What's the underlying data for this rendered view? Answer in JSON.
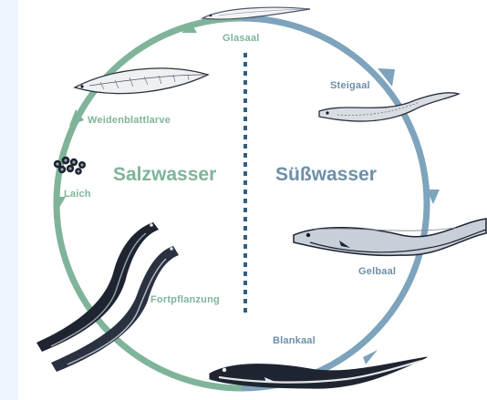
{
  "colors": {
    "saltwater": "#7fb49a",
    "freshwater": "#7da3bd",
    "dotted_divider": "#2f5f82",
    "eel_dark": "#1e2430",
    "eel_light": "#c9cfd8",
    "background_strip": "#eef5fc"
  },
  "regions": {
    "saltwater": "Salzwasser",
    "freshwater": "Süßwasser"
  },
  "stages": {
    "glasaal": "Glasaal",
    "steigaal": "Steigaal",
    "gelbaal": "Gelbaal",
    "blankaal": "Blankaal",
    "fortpflanzung": "Fortpflanzung",
    "laich": "Laich",
    "weidenblattlarve": "Weidenblattlarve"
  },
  "icons": [
    "glass-eel-icon",
    "elver-icon",
    "yellow-eel-icon",
    "silver-eel-icon",
    "spawning-eels-icon",
    "eggs-icon",
    "leptocephalus-larva-icon"
  ]
}
